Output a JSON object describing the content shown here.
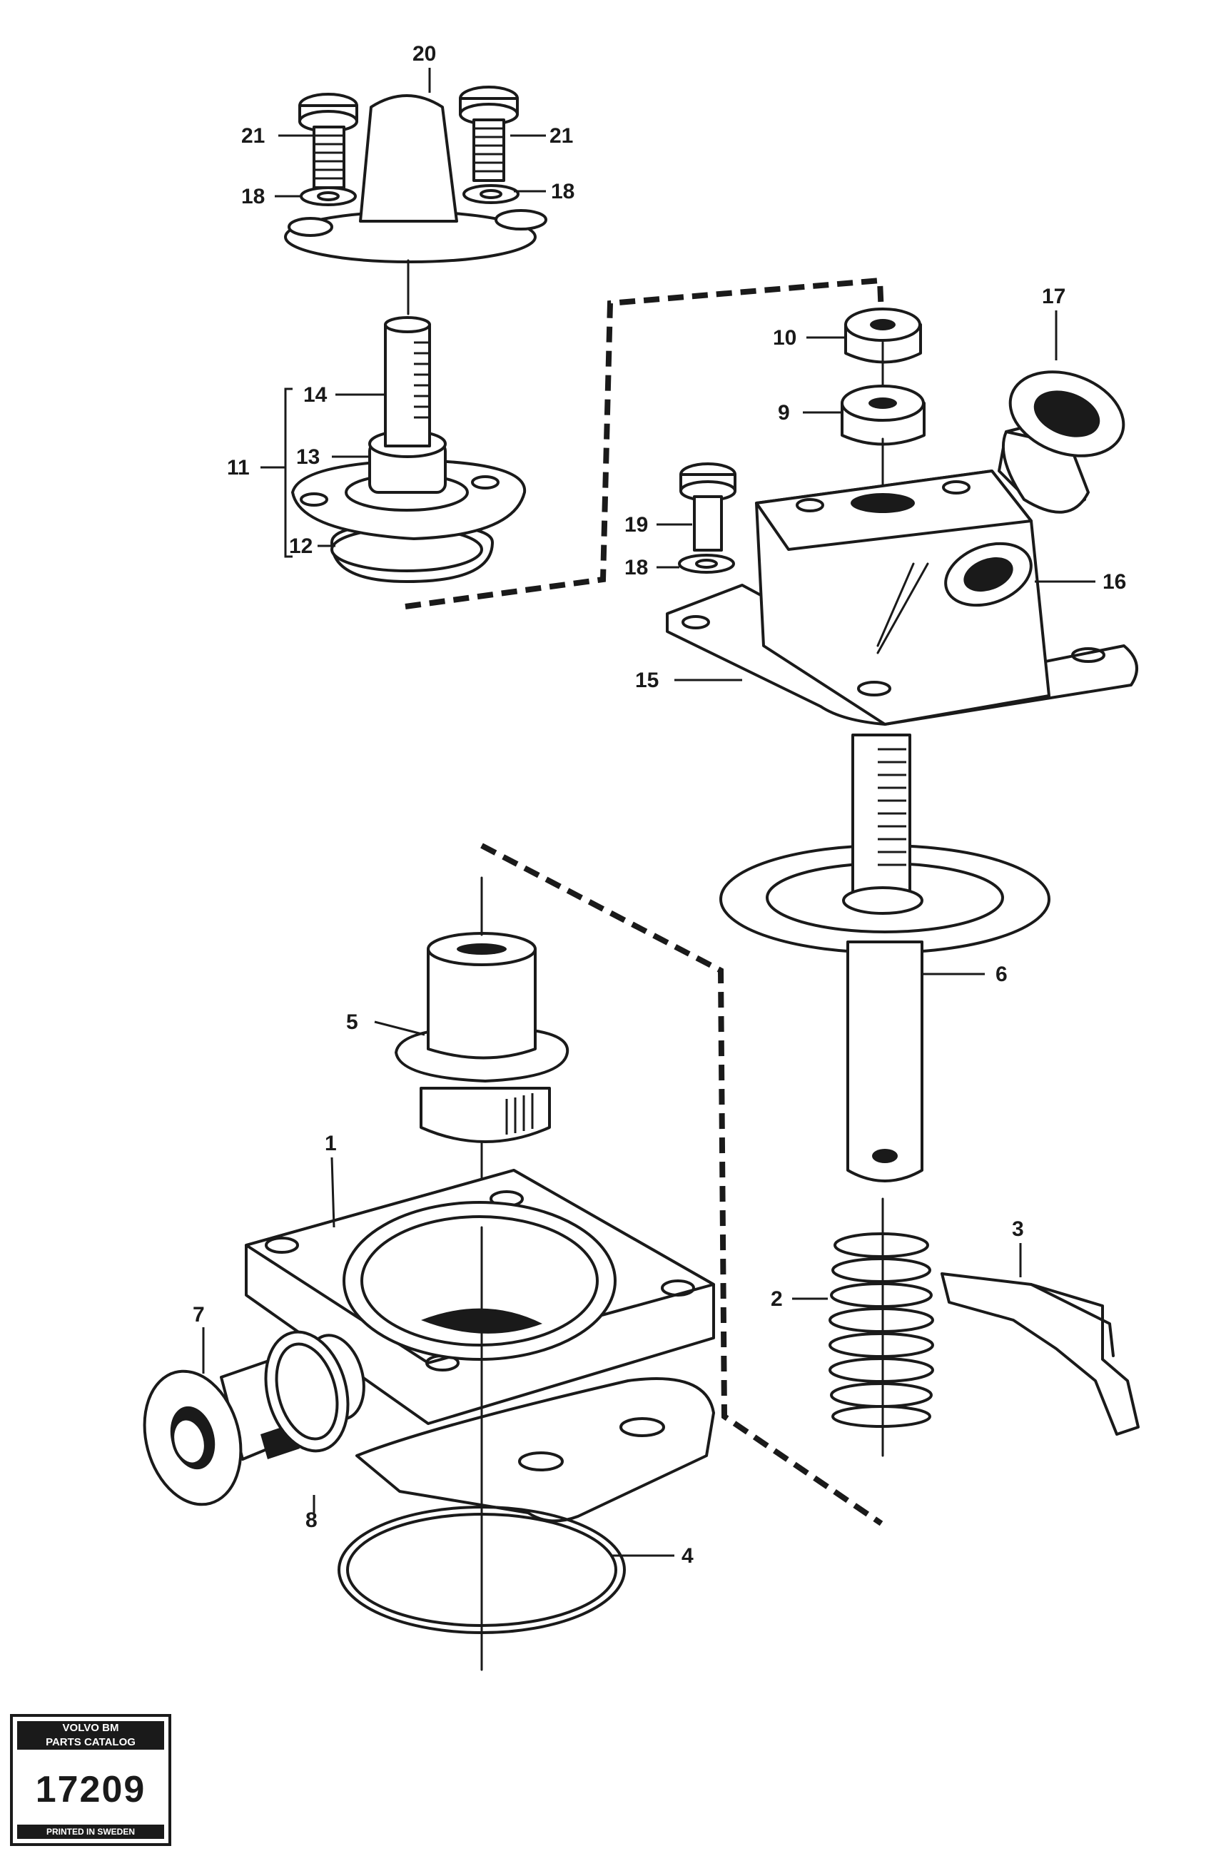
{
  "callouts": {
    "c1": "1",
    "c2": "2",
    "c3": "3",
    "c4": "4",
    "c5": "5",
    "c6": "6",
    "c7": "7",
    "c8": "8",
    "c9": "9",
    "c10": "10",
    "c11": "11",
    "c12": "12",
    "c13": "13",
    "c14": "14",
    "c15": "15",
    "c16": "16",
    "c17": "17",
    "c18a": "18",
    "c18b": "18",
    "c18c": "18",
    "c19": "19",
    "c20": "20",
    "c21a": "21",
    "c21b": "21"
  },
  "stamp": {
    "header_line1": "VOLVO BM",
    "header_line2": "PARTS CATALOG",
    "number": "17209",
    "footer": "PRINTED IN SWEDEN"
  }
}
